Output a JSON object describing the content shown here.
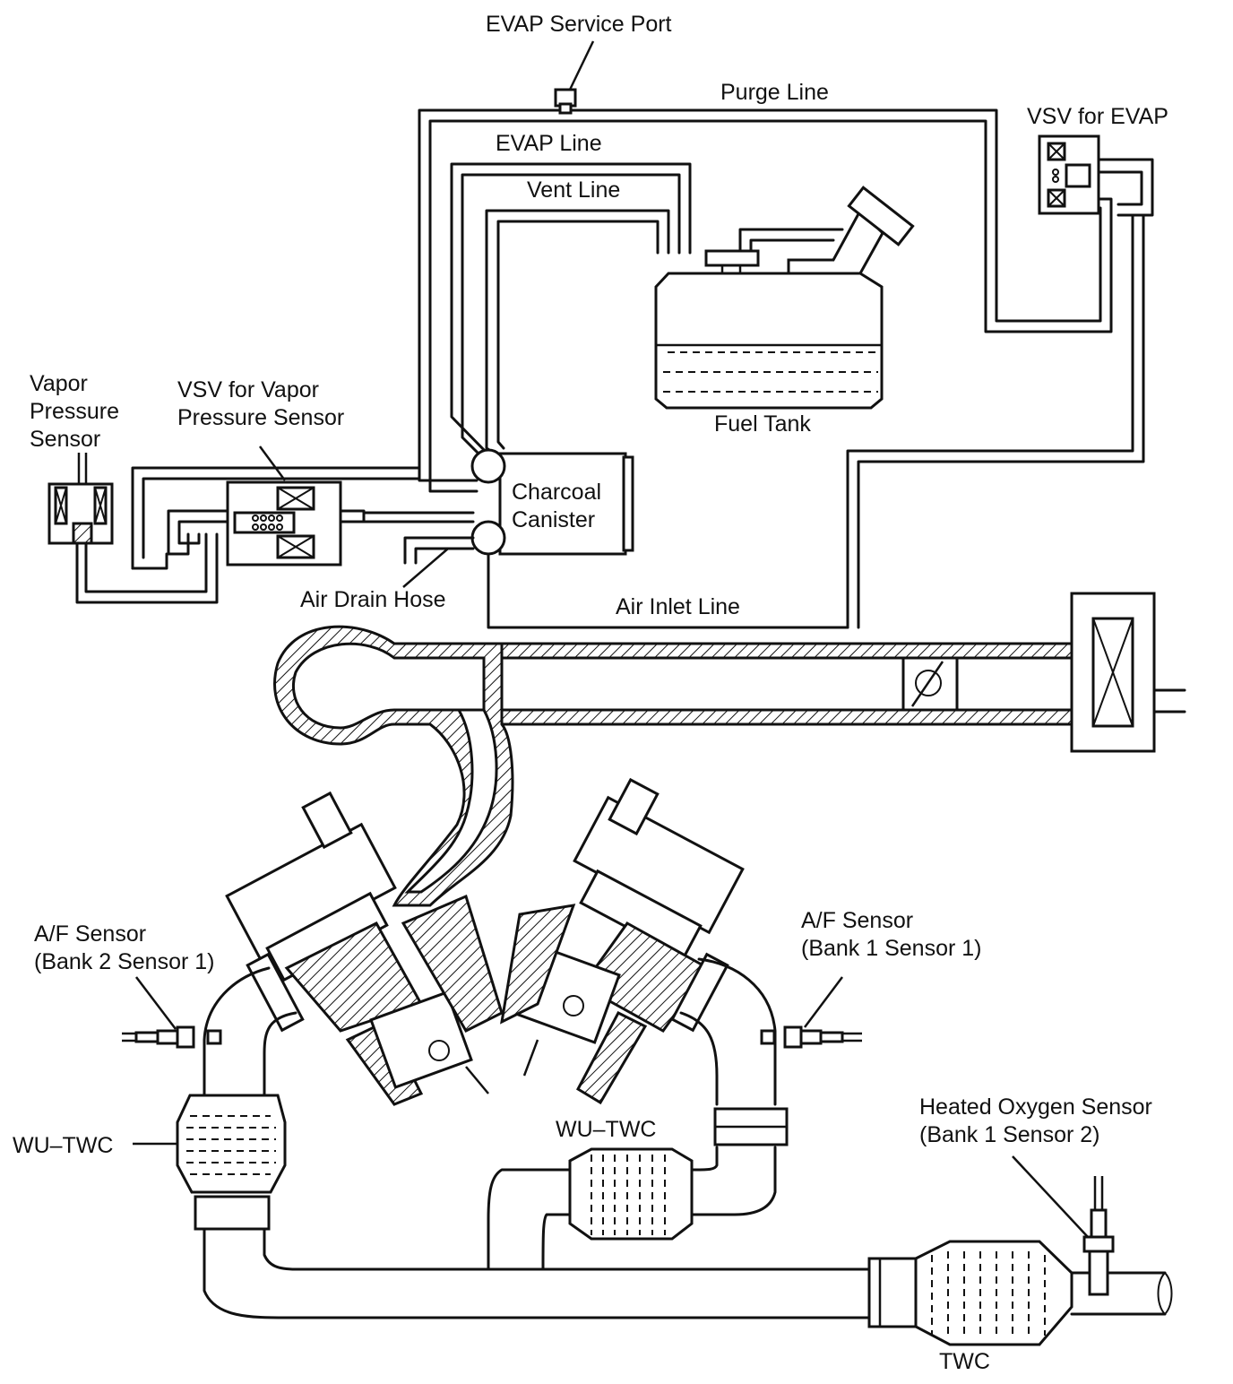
{
  "labels": {
    "evap_service_port": "EVAP Service Port",
    "purge_line": "Purge Line",
    "vsv_for_evap": "VSV for EVAP",
    "evap_line": "EVAP Line",
    "vent_line": "Vent Line",
    "fuel_tank": "Fuel Tank",
    "vapor_pressure_sensor": [
      "Vapor",
      "Pressure",
      "Sensor"
    ],
    "vsv_for_vapor_pressure_sensor": [
      "VSV for Vapor",
      "Pressure Sensor"
    ],
    "charcoal_canister": [
      "Charcoal",
      "Canister"
    ],
    "air_drain_hose": "Air Drain Hose",
    "air_inlet_line": "Air Inlet Line",
    "af_sensor_bank2": [
      "A/F Sensor",
      "(Bank 2 Sensor 1)"
    ],
    "af_sensor_bank1": [
      "A/F Sensor",
      "(Bank 1 Sensor 1)"
    ],
    "wu_twc_left": "WU–TWC",
    "wu_twc_center": "WU–TWC",
    "heated_oxygen_sensor": [
      "Heated Oxygen Sensor",
      "(Bank 1 Sensor 2)"
    ],
    "twc": "TWC"
  }
}
